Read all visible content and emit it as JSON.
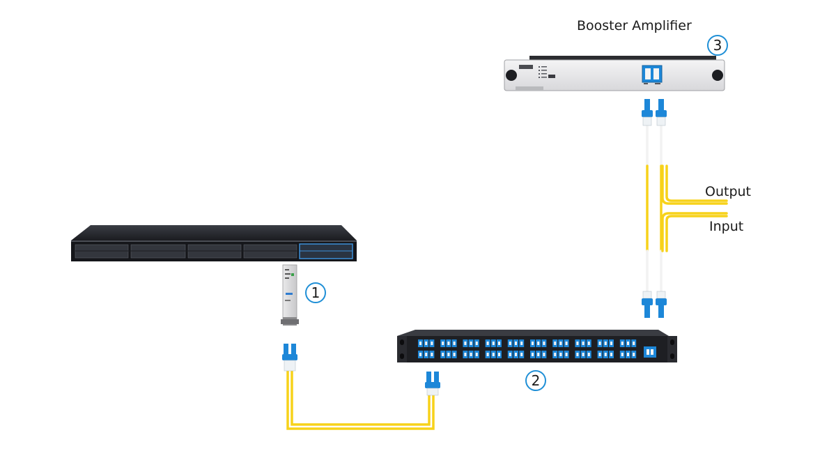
{
  "labels": {
    "booster_amplifier": "Booster Amplifier",
    "output": "Output",
    "input": "Input"
  },
  "badges": {
    "transceiver": "1",
    "mux": "2",
    "amplifier": "3"
  },
  "colors": {
    "fiber": "#f7d21a",
    "connector": "#1d87d8",
    "badge_ring": "#1f8fd6",
    "device_dark": "#222428",
    "amplifier_body": "#e8e8ea"
  }
}
